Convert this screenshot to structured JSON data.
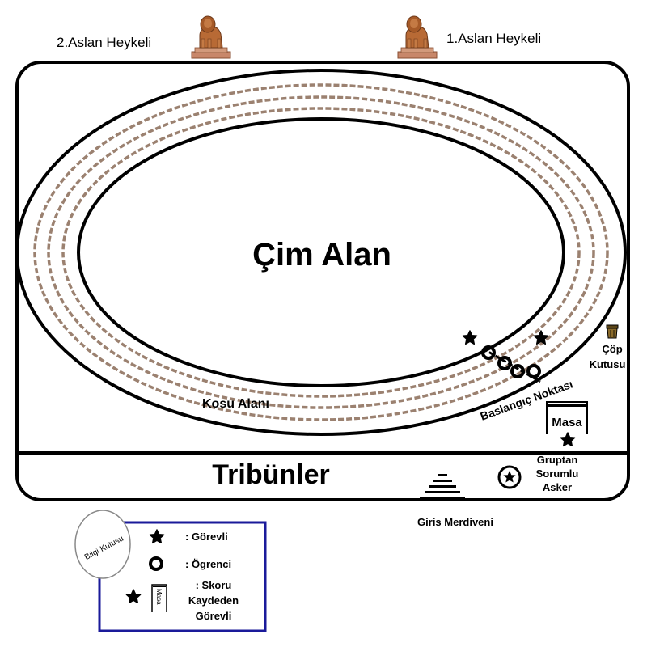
{
  "statues": {
    "left_label": "2.Aslan Heykeli",
    "right_label": "1.Aslan Heykeli"
  },
  "field": {
    "center_label": "Çim Alan",
    "track_label": "Kosu  Alanı",
    "start_label": "Baslangıç Noktası",
    "stands_label": "Tribünler"
  },
  "trash": {
    "label_line1": "Çöp",
    "label_line2": "Kutusu"
  },
  "table": {
    "label": "Masa"
  },
  "group_leader": {
    "line1": "Gruptan",
    "line2": "Sorumlu",
    "line3": "Asker"
  },
  "stairs": {
    "label": "Giris Merdiveni"
  },
  "info_bubble": {
    "label": "Bilgi Kutusu"
  },
  "legend": {
    "officer": ": Görevli",
    "student": ": Ögrenci",
    "scorer_line1": ": Skoru",
    "scorer_line2": "Kaydeden",
    "scorer_line3": "Görevli",
    "table_small": "Masa"
  },
  "colors": {
    "outline": "#000000",
    "track_dash": "#9b8170",
    "statue": "#b86a35",
    "statue_base": "#c8876a",
    "legend_border": "#1a1a9a",
    "trash_fill": "#8a6a2a"
  }
}
